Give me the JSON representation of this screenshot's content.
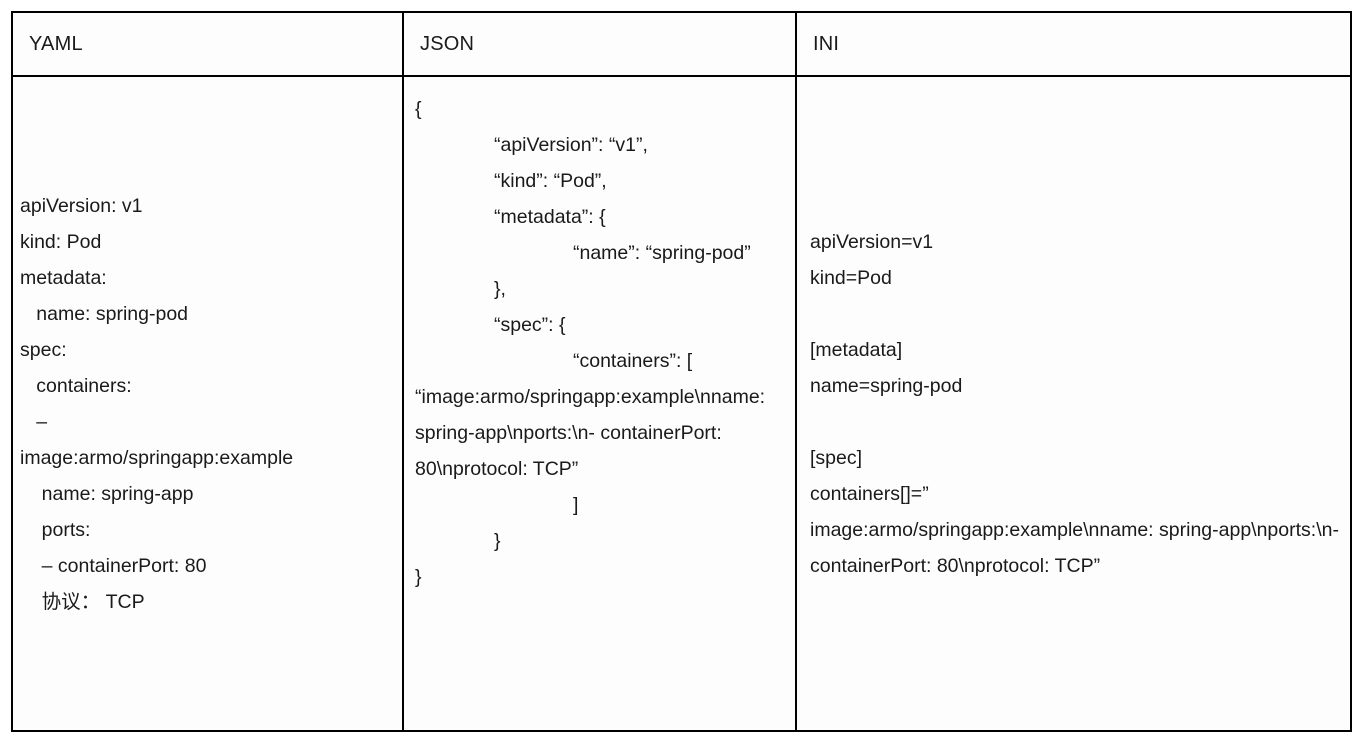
{
  "table": {
    "headers": [
      {
        "label": "YAML",
        "name": "yaml"
      },
      {
        "label": "JSON",
        "name": "json"
      },
      {
        "label": "INI",
        "name": "ini"
      }
    ],
    "yaml": {
      "lines": [
        "apiVersion: v1",
        "kind: Pod",
        "metadata:",
        "   name: spring-pod",
        "spec:",
        "   containers:",
        "   –",
        "image:armo/springapp:example",
        "    name: spring-app",
        "    ports:",
        "    – containerPort: 80",
        "    协议： TCP"
      ]
    },
    "json": {
      "lines": [
        "{",
        "“apiVersion”: “v1”,",
        "“kind”: “Pod”,",
        "“metadata”: {",
        "“name”: “spring-pod”",
        "},",
        "“spec”: {",
        "“containers”: [",
        "“image:armo/springapp:example\\nname: spring-app\\nports:\\n- containerPort: 80\\nprotocol: TCP”",
        "]",
        "}",
        "}"
      ],
      "indents": [
        0,
        1,
        1,
        1,
        2,
        1,
        1,
        2,
        0,
        2,
        1,
        0
      ]
    },
    "ini": {
      "lines": [
        "apiVersion=v1",
        "kind=Pod",
        "",
        "[metadata]",
        "name=spring-pod",
        "",
        "[spec]",
        "containers[]=”",
        "image:armo/springapp:example\\nname: spring-app\\nports:\\n- containerPort: 80\\nprotocol: TCP”"
      ]
    }
  },
  "colors": {
    "border": "#000000",
    "text": "#1a1a1a",
    "background": "#fdfdfd"
  }
}
